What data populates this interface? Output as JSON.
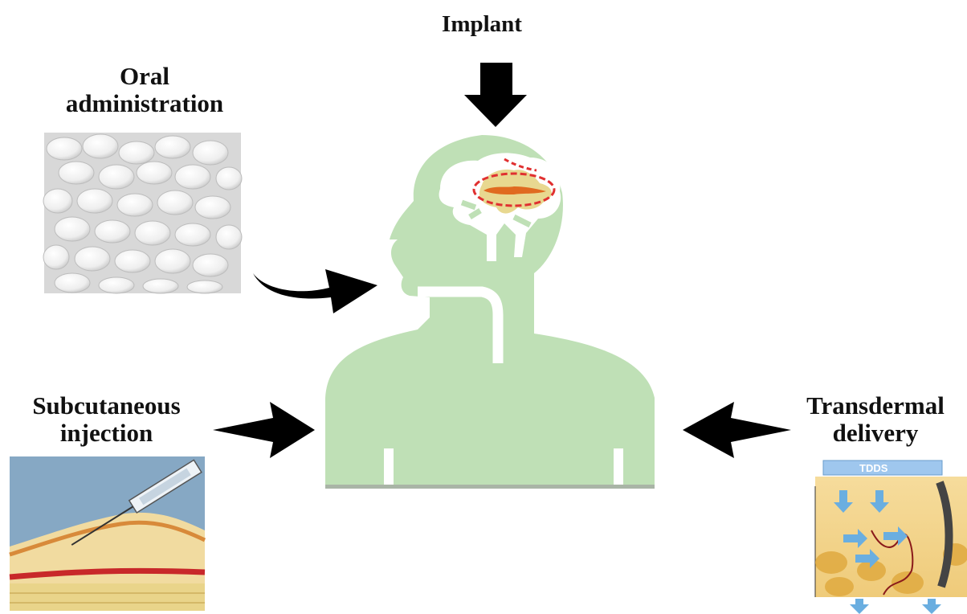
{
  "labels": {
    "implant": "Implant",
    "oral_line1": "Oral",
    "oral_line2": "administration",
    "subcutaneous_line1": "Subcutaneous",
    "subcutaneous_line2": "injection",
    "transdermal_line1": "Transdermal",
    "transdermal_line2": "delivery",
    "tdds": "TDDS"
  },
  "colors": {
    "body": "#bfe0b6",
    "arrow": "#000000",
    "brain_highlight": "#e03030",
    "implant_fill": "#e8c870",
    "skin": "#f4d48c",
    "drug_arrow": "#6aaee0"
  },
  "icons": {
    "pills": "pills-image",
    "syringe": "syringe-skin-image",
    "tdds_skin": "transdermal-skin-image"
  }
}
